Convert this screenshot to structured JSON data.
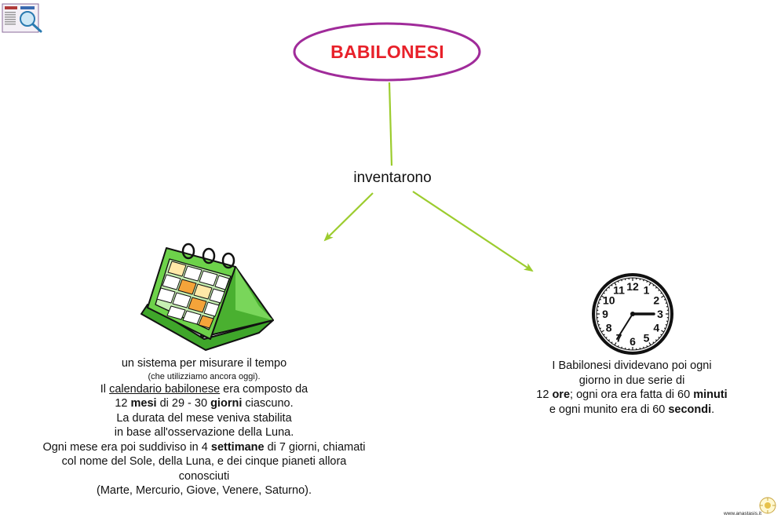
{
  "title": "BABILONESI",
  "link_word": "inventarono",
  "left_block": {
    "line1": "un sistema per misurare il tempo",
    "line2": "(che utilizziamo ancora oggi).",
    "line3_a": "Il ",
    "line3_u1": "calendario ",
    "line3_u2": "babilonese",
    "line3_b": " era composto da",
    "line4_a": "12 ",
    "line4_b1": "mesi",
    "line4_c": " di 29 - 30 ",
    "line4_b2": "giorni",
    "line4_d": " ciascuno.",
    "line5": "La durata del mese veniva stabilita",
    "line6": " in base all'osservazione della Luna.",
    "line7_a": "Ogni mese era poi suddiviso in 4 ",
    "line7_b": "settimane",
    "line7_c": " di 7 giorni, chiamati",
    "line8": "col nome del Sole, della Luna, e dei cinque pianeti allora",
    "line9": "conosciuti",
    "line10": "(Marte, Mercurio, Giove, Venere, Saturno)."
  },
  "right_block": {
    "line1": "I Babilonesi dividevano poi ogni",
    "line2": "giorno  in due serie di",
    "line3_a": "12 ",
    "line3_b1": "ore",
    "line3_c": "; ogni ora era fatta di 60 ",
    "line3_b2": "minuti",
    "line4_a": "e ogni munito era di 60 ",
    "line4_b": "secondi",
    "line4_c": "."
  },
  "clock_numbers": [
    "12",
    "1",
    "2",
    "3",
    "4",
    "5",
    "6",
    "7",
    "8",
    "9",
    "10",
    "11"
  ],
  "footer": "www.anastasis.it",
  "icons": {
    "thumbnail": "map-thumbnail-icon",
    "calendar": "calendar-icon",
    "clock": "clock-icon",
    "logo": "anastasis-logo-icon"
  },
  "colors": {
    "title_text": "#e8212a",
    "ellipse_border": "#a02b9a",
    "connector": "#9ccc2e",
    "calendar_green": "#5cc63c",
    "calendar_orange": "#f4a43a"
  }
}
